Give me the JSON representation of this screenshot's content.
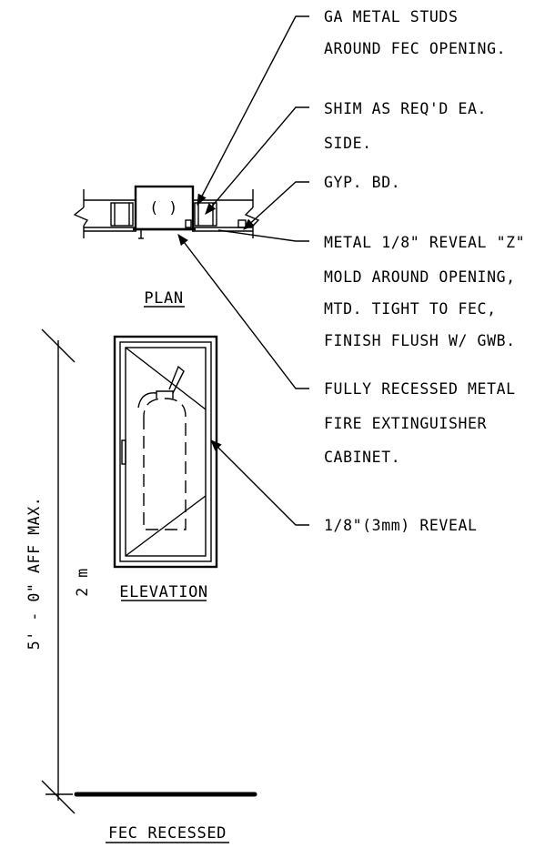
{
  "callouts": {
    "studs": [
      "GA METAL STUDS",
      "AROUND FEC OPENING."
    ],
    "shim": [
      "SHIM AS REQ'D EA.",
      "SIDE."
    ],
    "gyp": [
      "GYP. BD."
    ],
    "reveal_z": [
      "METAL 1/8\" REVEAL \"Z\"",
      "MOLD AROUND OPENING,",
      "MTD. TIGHT TO FEC,",
      "FINISH FLUSH W/ GWB."
    ],
    "cabinet": [
      "FULLY RECESSED METAL",
      "FIRE EXTINGUISHER",
      "CABINET."
    ],
    "reveal": [
      "1/8\"(3mm) REVEAL"
    ]
  },
  "titles": {
    "plan": "PLAN",
    "elevation": "ELEVATION",
    "main": "FEC RECESSED"
  },
  "dimensions": {
    "height": "5' - 0\" AFF MAX.",
    "metric": "2 m"
  },
  "plan_symbol": "( )"
}
